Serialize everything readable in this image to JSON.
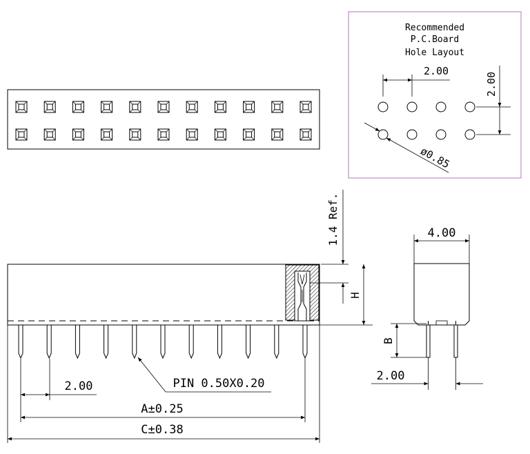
{
  "pcb_layout": {
    "title_line1": "Recommended",
    "title_line2": "P.C.Board",
    "title_line3": "Hole  Layout",
    "pitch_horizontal": "2.00",
    "pitch_vertical": "2.00",
    "hole_diameter": "ø0.85",
    "frame_color": "#c08ac8"
  },
  "top_view": {
    "pins_per_row": 11,
    "rows": 2
  },
  "front_view": {
    "ref_height": "1.4  Ref.",
    "height_label": "H",
    "pitch_label": "2.00",
    "pin_label": "PIN  0.50X0.20",
    "dim_a": "A±0.25",
    "dim_c": "C±0.38"
  },
  "side_view": {
    "width_label": "4.00",
    "b_label": "B",
    "row_pitch_label": "2.00"
  }
}
